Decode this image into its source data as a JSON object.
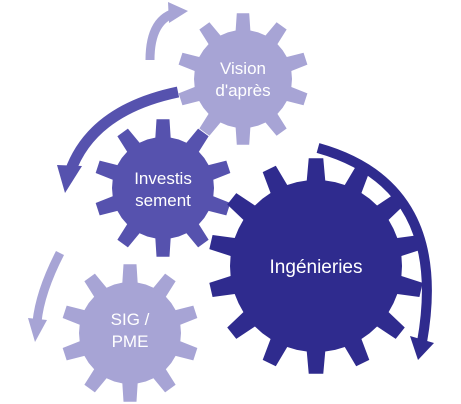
{
  "diagram": {
    "gears": [
      {
        "id": "vision",
        "lines": [
          "Vision",
          "d'après"
        ],
        "color": "#A7A4D5",
        "icon": "gear-icon"
      },
      {
        "id": "investissement",
        "lines": [
          "Investis",
          "sement"
        ],
        "color": "#5652AE",
        "icon": "gear-icon"
      },
      {
        "id": "ingenieries",
        "lines": [
          "Ingénieries"
        ],
        "color": "#2F2B8E",
        "icon": "gear-icon"
      },
      {
        "id": "sig-pme",
        "lines": [
          "SIG /",
          "PME"
        ],
        "color": "#A7A4D5",
        "icon": "gear-icon"
      }
    ],
    "arrows": [
      {
        "id": "arrow-top",
        "color": "#A7A4D5",
        "icon": "curved-arrow-icon"
      },
      {
        "id": "arrow-middle",
        "color": "#5652AE",
        "icon": "curved-arrow-icon"
      },
      {
        "id": "arrow-bottom",
        "color": "#A7A4D5",
        "icon": "curved-arrow-icon"
      },
      {
        "id": "arrow-right",
        "color": "#2F2B8E",
        "icon": "curved-arrow-icon"
      }
    ]
  }
}
